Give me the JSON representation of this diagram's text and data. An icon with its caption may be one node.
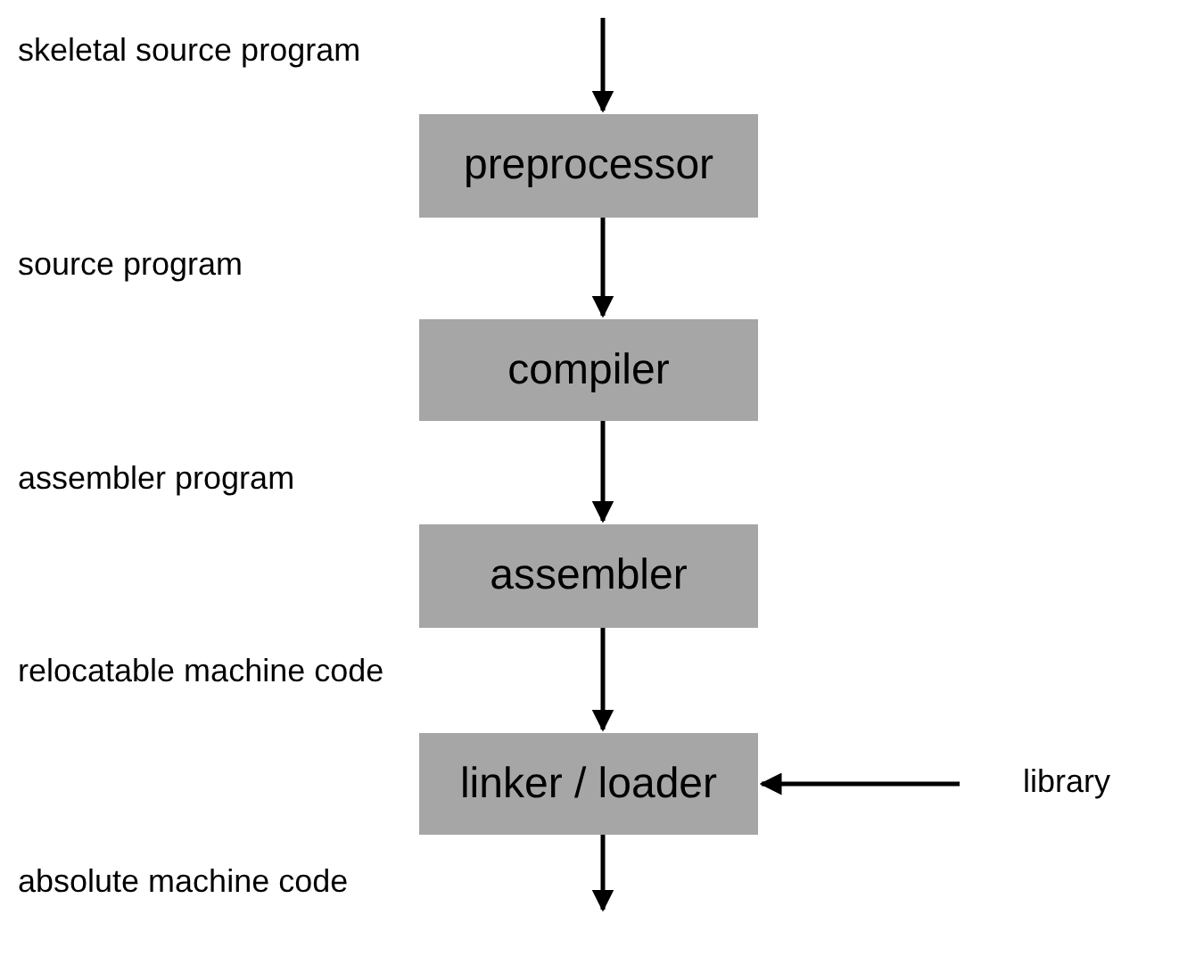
{
  "diagram": {
    "nodes": [
      {
        "text": [
          "preprocessor"
        ]
      },
      {
        "text": [
          "compiler"
        ]
      },
      {
        "text": [
          "assembler"
        ]
      },
      {
        "text": [
          "linker / loader"
        ]
      },
      {
        "text": [
          "library"
        ]
      }
    ],
    "edges": [
      {
        "from": null,
        "to": 0,
        "arrow": "to"
      },
      {
        "from": 0,
        "to": 1,
        "arrow": "to"
      },
      {
        "from": 1,
        "to": 2,
        "arrow": "to"
      },
      {
        "from": 2,
        "to": 3,
        "arrow": "to"
      },
      {
        "from": 3,
        "to": null,
        "arrow": "to"
      },
      {
        "from": 4,
        "to": 3,
        "arrow": "to"
      }
    ],
    "labels": [
      "skeletal source program",
      "source program",
      "assembler program",
      "relocatable machine code",
      "absolute machine code"
    ]
  }
}
